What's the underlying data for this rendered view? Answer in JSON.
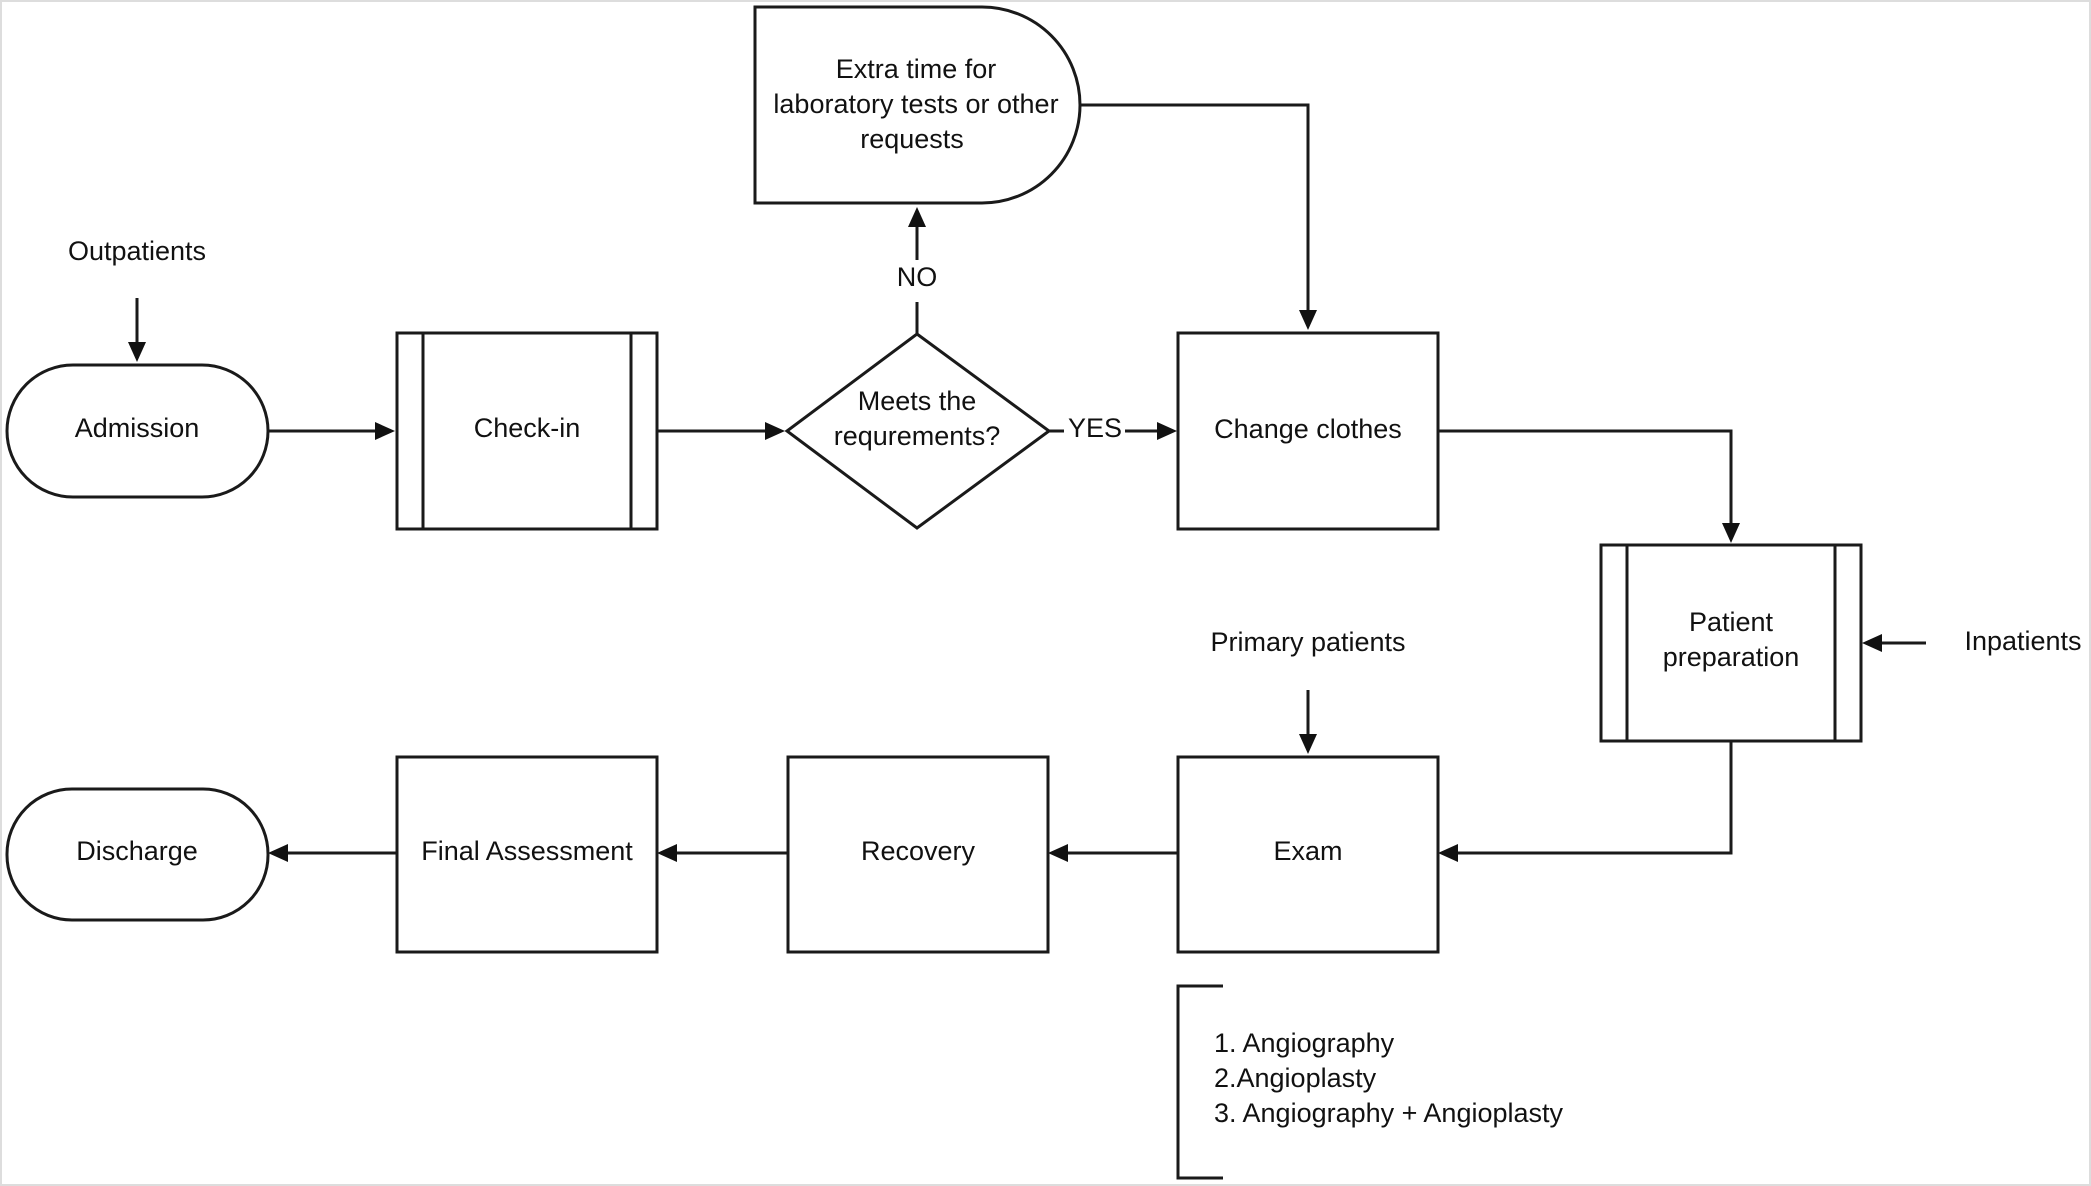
{
  "nodes": {
    "outpatients": "Outpatients",
    "admission": "Admission",
    "checkin": "Check-in",
    "decision": [
      "Meets the",
      "requrements?"
    ],
    "extra_time": [
      "Extra time for",
      "laboratory tests or other",
      "requests"
    ],
    "change_clothes": "Change clothes",
    "patient_prep": [
      "Patient",
      "preparation"
    ],
    "inpatients": "Inpatients",
    "primary_patients": "Primary patients",
    "exam": "Exam",
    "recovery": "Recovery",
    "final_assessment": "Final Assessment",
    "discharge": "Discharge"
  },
  "edge_labels": {
    "no": "NO",
    "yes": "YES"
  },
  "exam_types": [
    "1. Angiography",
    "2.Angioplasty",
    "3. Angiography + Angioplasty"
  ]
}
